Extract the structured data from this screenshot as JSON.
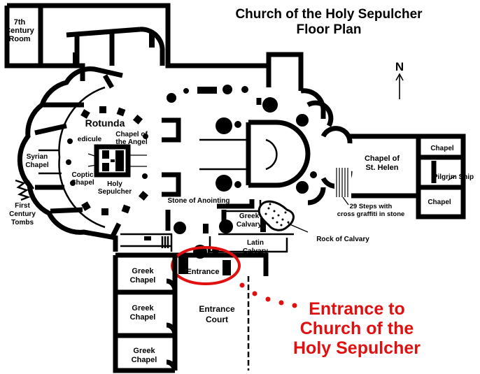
{
  "title": {
    "line1": "Church of the Holy Sepulcher",
    "line2": "Floor Plan"
  },
  "north_label": "N",
  "labels": {
    "seventh_century_room_1": "7th",
    "seventh_century_room_2": "Century",
    "seventh_century_room_3": "Room",
    "rotunda": "Rotunda",
    "edicule": "edicule",
    "chapel_of_angel_1": "Chapel of",
    "chapel_of_angel_2": "the Angel",
    "syrian_chapel_1": "Syrian",
    "syrian_chapel_2": "Chapel",
    "coptic_chapel_1": "Coptic",
    "coptic_chapel_2": "Chapel",
    "holy_sepulcher_1": "Holy",
    "holy_sepulcher_2": "Sepulcher",
    "first_century_tombs_1": "First",
    "first_century_tombs_2": "Century",
    "first_century_tombs_3": "Tombs",
    "stone_of_anointing": "Stone of Anointing",
    "greek_calvary_1": "Greek",
    "greek_calvary_2": "Calvary",
    "latin_calvary_1": "Latin",
    "latin_calvary_2": "Calvary",
    "rock_of_calvary": "Rock of Calvary",
    "steps_1": "29 Steps with",
    "steps_2": "cross graffiti in stone",
    "chapel_st_helen_1": "Chapel of",
    "chapel_st_helen_2": "St. Helen",
    "chapel_a": "Chapel",
    "chapel_b": "Chapel",
    "pilgrim_ship": "Pilgrim Ship",
    "entrance": "Entrance",
    "entrance_court_1": "Entrance",
    "entrance_court_2": "Court",
    "greek_chapel_1a": "Greek",
    "greek_chapel_1b": "Chapel",
    "greek_chapel_2a": "Greek",
    "greek_chapel_2b": "Chapel",
    "greek_chapel_3a": "Greek",
    "greek_chapel_3b": "Chapel"
  },
  "callout": {
    "line1": "Entrance to",
    "line2": "Church of the",
    "line3": "Holy Sepulcher",
    "color": "#e01010"
  }
}
